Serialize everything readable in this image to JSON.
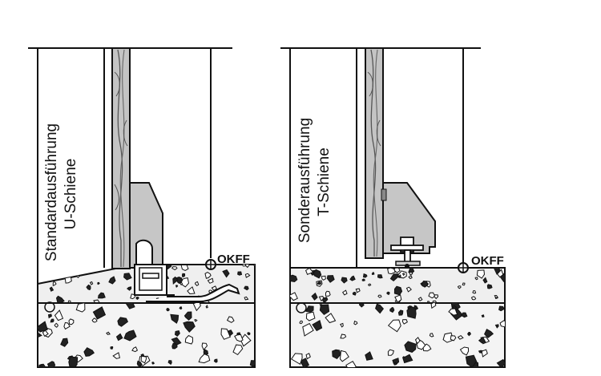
{
  "left_panel": {
    "label_line1": "Standardausführung",
    "label_line2": "U-Schiene",
    "level_label": "OKFF"
  },
  "right_panel": {
    "label_line1": "Sonderausführung",
    "label_line2": "T-Schiene",
    "level_label": "OKFF"
  },
  "colors": {
    "line": "#111111",
    "fill_grey": "#c8c8c8",
    "screed_fill": "#efefef",
    "wood_fill": "#bdbdbd"
  }
}
